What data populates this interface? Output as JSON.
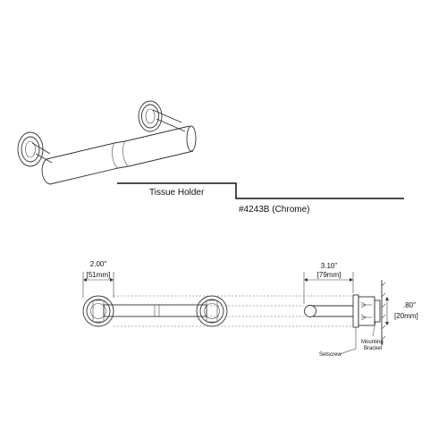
{
  "header": {
    "product_name": "Tissue Holder",
    "model_number": "#4243B (Chrome)"
  },
  "dimensions": {
    "rosette_width": {
      "imperial": "2.00\"",
      "metric": "[51mm]"
    },
    "projection": {
      "imperial": "3.10\"",
      "metric": "[79mm]"
    },
    "rosette_depth": {
      "imperial": ".80\"",
      "metric": "[20mm]"
    }
  },
  "callouts": {
    "setscrew": "Setscrew",
    "bracket_line1": "Mounting",
    "bracket_line2": "Bracket"
  },
  "colors": {
    "line": "#333333",
    "text": "#111111",
    "background": "#ffffff"
  }
}
